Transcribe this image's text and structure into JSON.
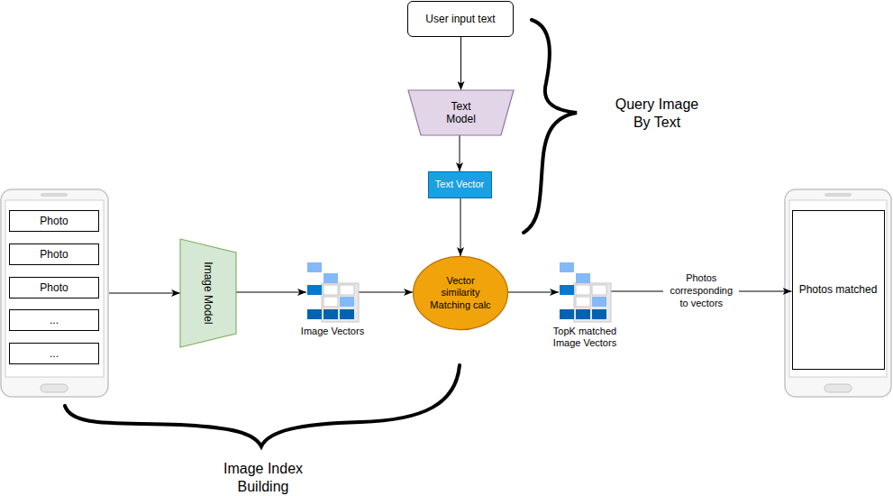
{
  "diagram": {
    "nodes": [
      {
        "text": [
          "User input text"
        ]
      },
      {
        "text": [
          "Text Model"
        ]
      },
      {
        "text": [
          "Text Vector"
        ]
      },
      {
        "text": [
          "Photo"
        ]
      },
      {
        "text": [
          "Photo"
        ]
      },
      {
        "text": [
          "Photo"
        ]
      },
      {
        "text": [
          "..."
        ]
      },
      {
        "text": [
          "..."
        ]
      },
      {
        "text": [
          "Image Model"
        ]
      },
      {
        "text": [
          "Image Vectors"
        ]
      },
      {
        "text": [
          "Vector similarity Matching calc"
        ]
      },
      {
        "text": [
          "TopK matched Image Vectors"
        ]
      },
      {
        "text": [
          "Photos matched"
        ]
      }
    ],
    "edges": [
      {
        "from": 0,
        "to": 1,
        "arrow": "to"
      },
      {
        "from": 1,
        "to": 2,
        "arrow": "to"
      },
      {
        "from": 2,
        "to": 10,
        "arrow": "to"
      },
      {
        "from": 8,
        "to": 9,
        "arrow": "to"
      },
      {
        "from": 9,
        "to": 10,
        "arrow": "to"
      },
      {
        "from": 10,
        "to": 11,
        "arrow": "to"
      },
      {
        "from": 11,
        "to": 12,
        "label": "Photos corresponding to vectors",
        "arrow": "to"
      }
    ],
    "labels": [
      "Query Image By Text",
      "Image Index Building"
    ]
  }
}
